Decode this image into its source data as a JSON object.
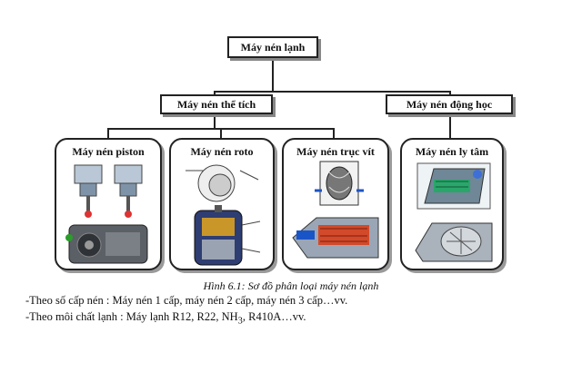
{
  "diagram": {
    "root": {
      "label": "Máy nén lạnh"
    },
    "branches": [
      {
        "label": "Máy nén thể tích"
      },
      {
        "label": "Máy nén động học"
      }
    ],
    "leaves": [
      {
        "label": "Máy nén piston"
      },
      {
        "label": "Máy nén roto"
      },
      {
        "label": "Máy nén trục vít"
      },
      {
        "label": "Máy nén ly tâm"
      }
    ]
  },
  "caption": "Hình 6.1: Sơ đồ phân loại máy nén lạnh",
  "notes": {
    "line1": "-Theo số cấp nén : Máy nén 1 cấp, máy nén 2 cấp, máy nén 3 cấp…vv.",
    "line2_prefix": "-Theo môi chất lạnh : Máy lạnh R12, R22, NH",
    "line2_sub": "3",
    "line2_suffix": ", R410A…vv."
  }
}
